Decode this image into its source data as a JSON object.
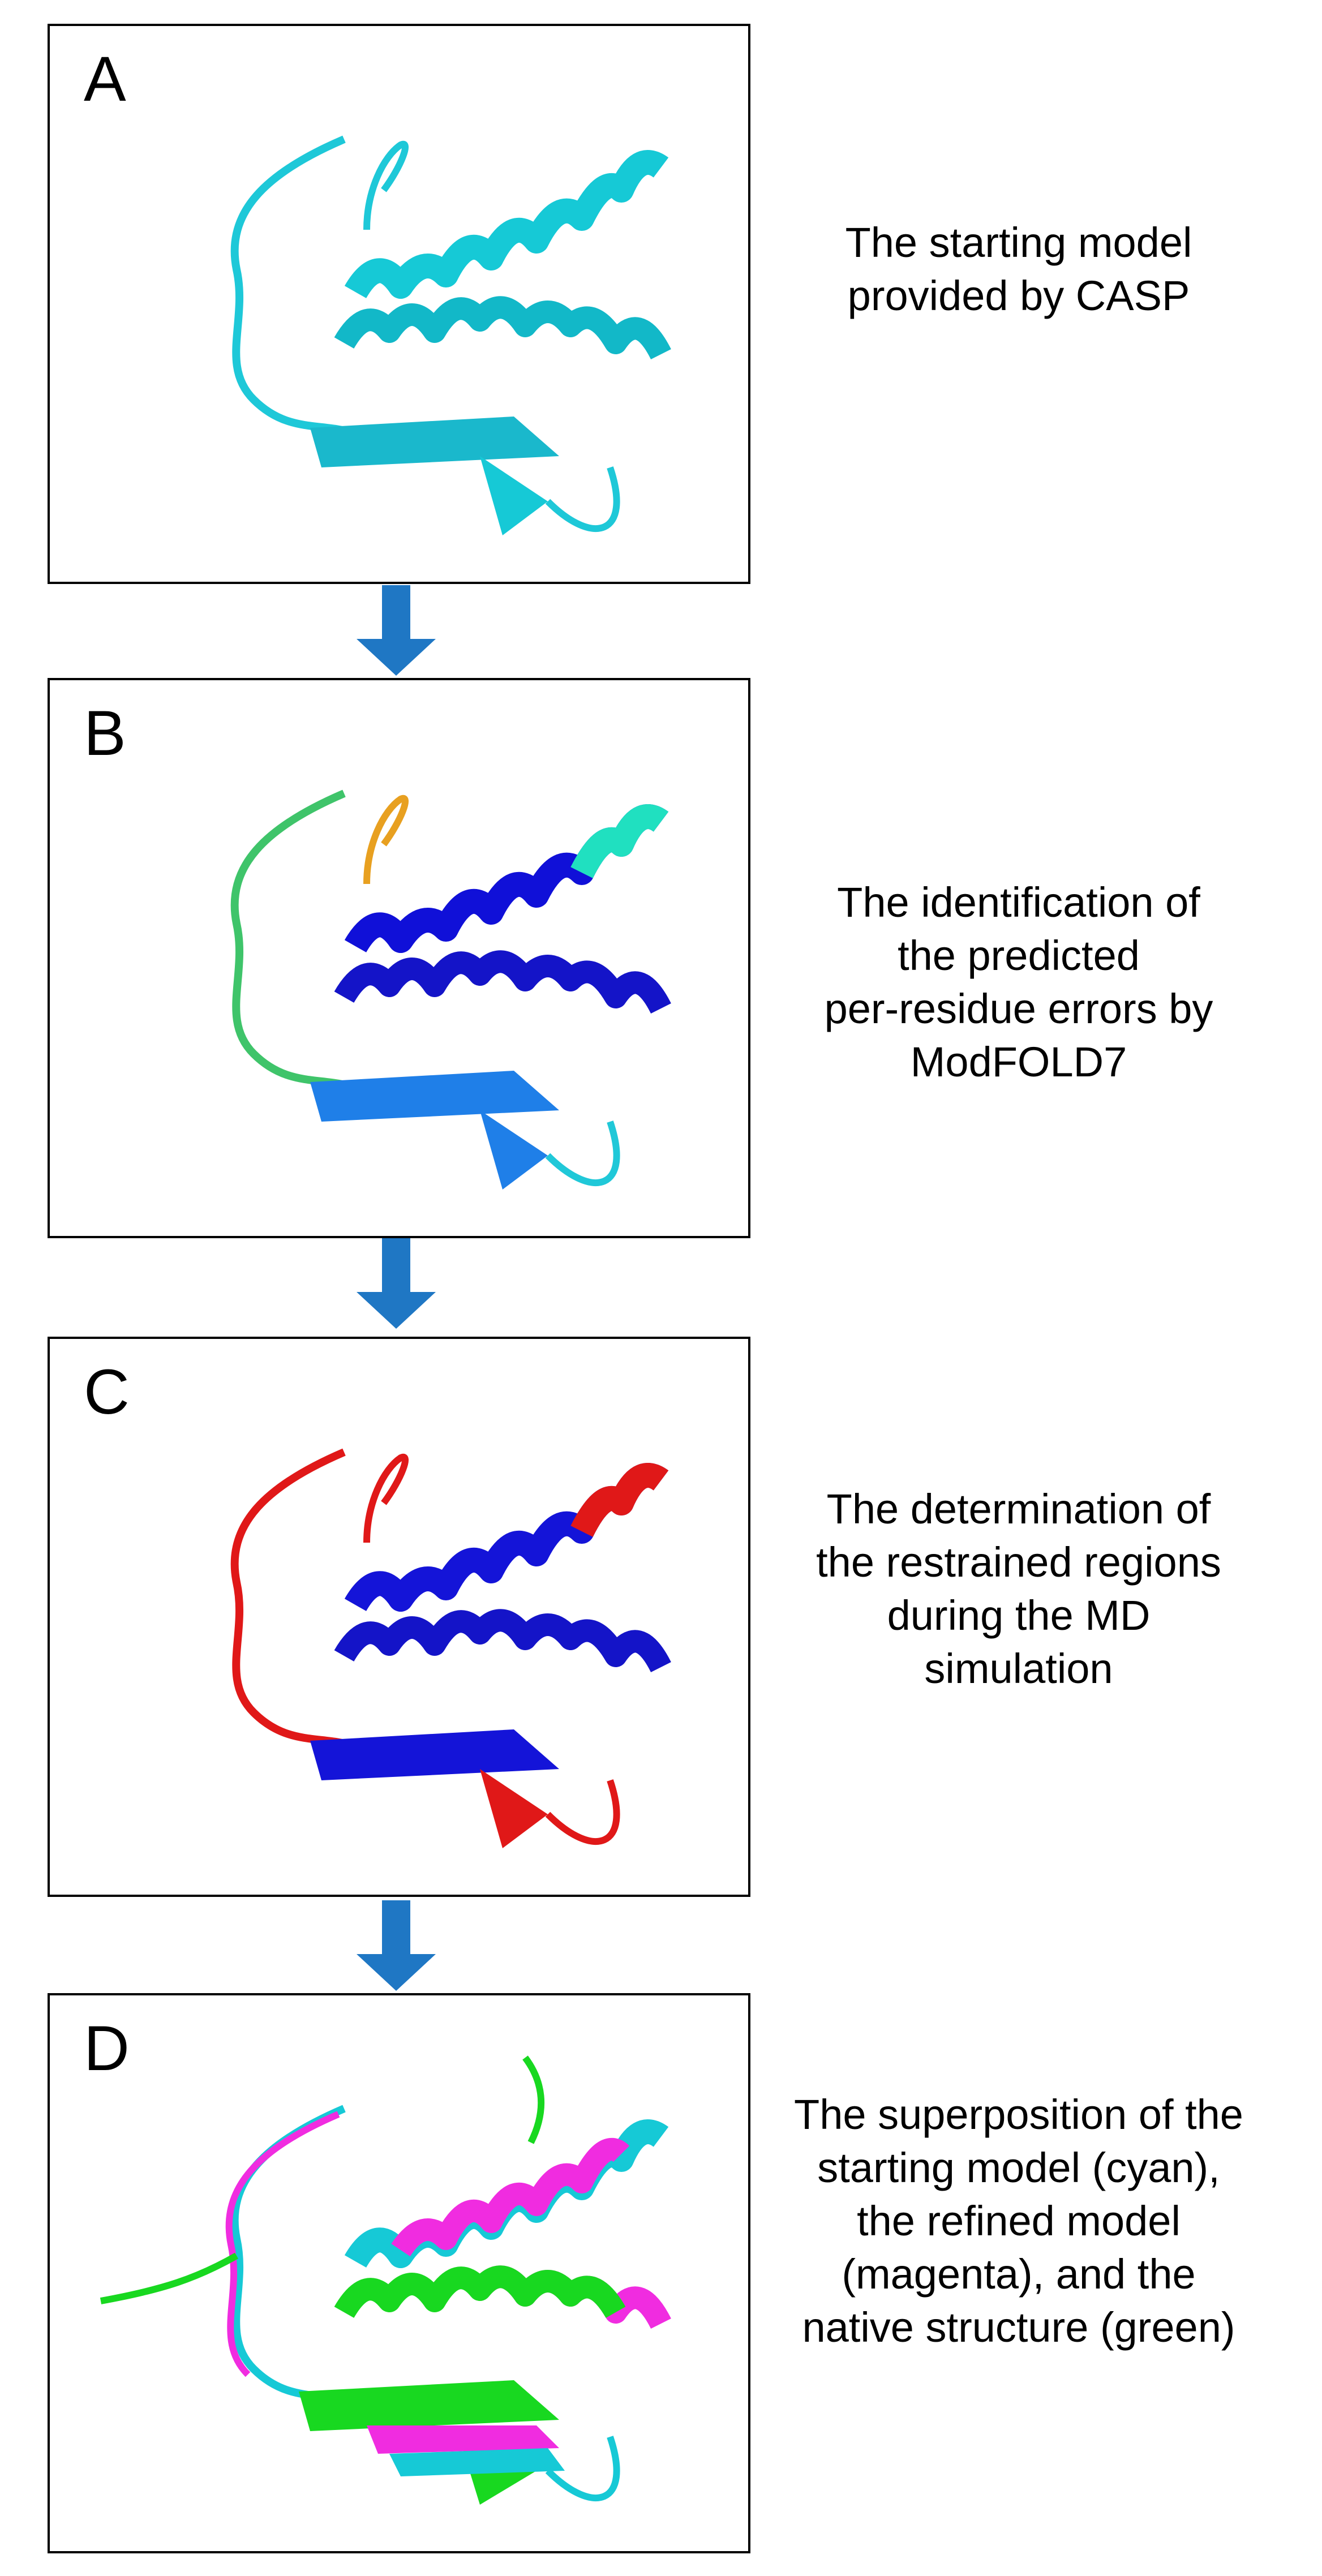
{
  "panels": [
    {
      "id": "A",
      "letter": "A",
      "caption_lines": [
        "The starting model",
        "provided by CASP"
      ],
      "colors": {
        "loop": "#1ec8d8",
        "helix": "#16c9d6",
        "sheet": "#1ab8cc"
      }
    },
    {
      "id": "B",
      "letter": "B",
      "caption_lines": [
        "The identification of",
        "the predicted",
        "per-residue errors by",
        "ModFOLD7"
      ],
      "colors": {
        "loop": "#3fc46a",
        "helix": "#1010d8",
        "sheet": "#1f7fe8",
        "error_high": "#e8a020",
        "error_mid": "#cfe020",
        "tip": "#20e0c0"
      }
    },
    {
      "id": "C",
      "letter": "C",
      "caption_lines": [
        "The determination of",
        "the restrained regions",
        "during the MD",
        "simulation"
      ],
      "colors": {
        "restrained": "#1414d8",
        "unrestrained": "#e01818"
      }
    },
    {
      "id": "D",
      "letter": "D",
      "caption_lines": [
        "The superposition of the",
        "starting model (cyan),",
        "the refined model",
        "(magenta), and the",
        "native structure (green)"
      ],
      "colors": {
        "starting": "#16c9d6",
        "refined": "#f02ce0",
        "native": "#18d820"
      }
    }
  ],
  "arrow_color": "#1f77c4"
}
